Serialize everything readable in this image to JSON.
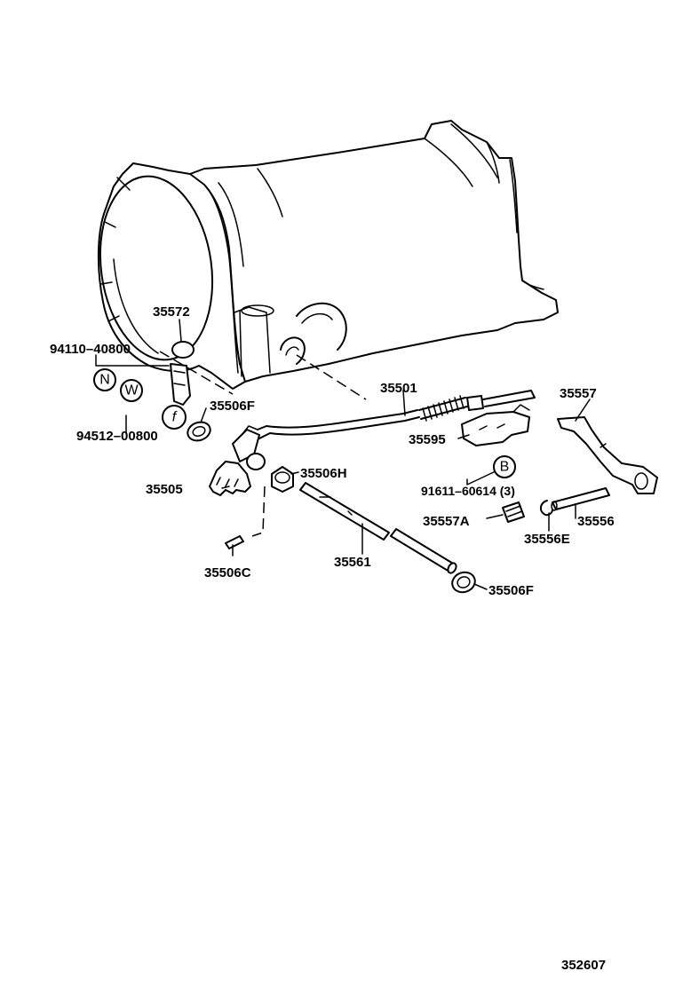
{
  "diagram": {
    "part_labels": {
      "p35572": "35572",
      "p94110": "94110–40800",
      "p94512": "94512–00800",
      "p35506F_a": "35506F",
      "p35505": "35505",
      "p35506H": "35506H",
      "p35506C": "35506C",
      "p35561": "35561",
      "p35506F_b": "35506F",
      "p35501": "35501",
      "p35595": "35595",
      "p91611": "91611–60614 (3)",
      "p35557A": "35557A",
      "p35556E": "35556E",
      "p35557": "35557",
      "p35556": "35556"
    },
    "symbols": {
      "n": "N",
      "w": "W",
      "b": "B"
    },
    "figure_number": "352607"
  }
}
